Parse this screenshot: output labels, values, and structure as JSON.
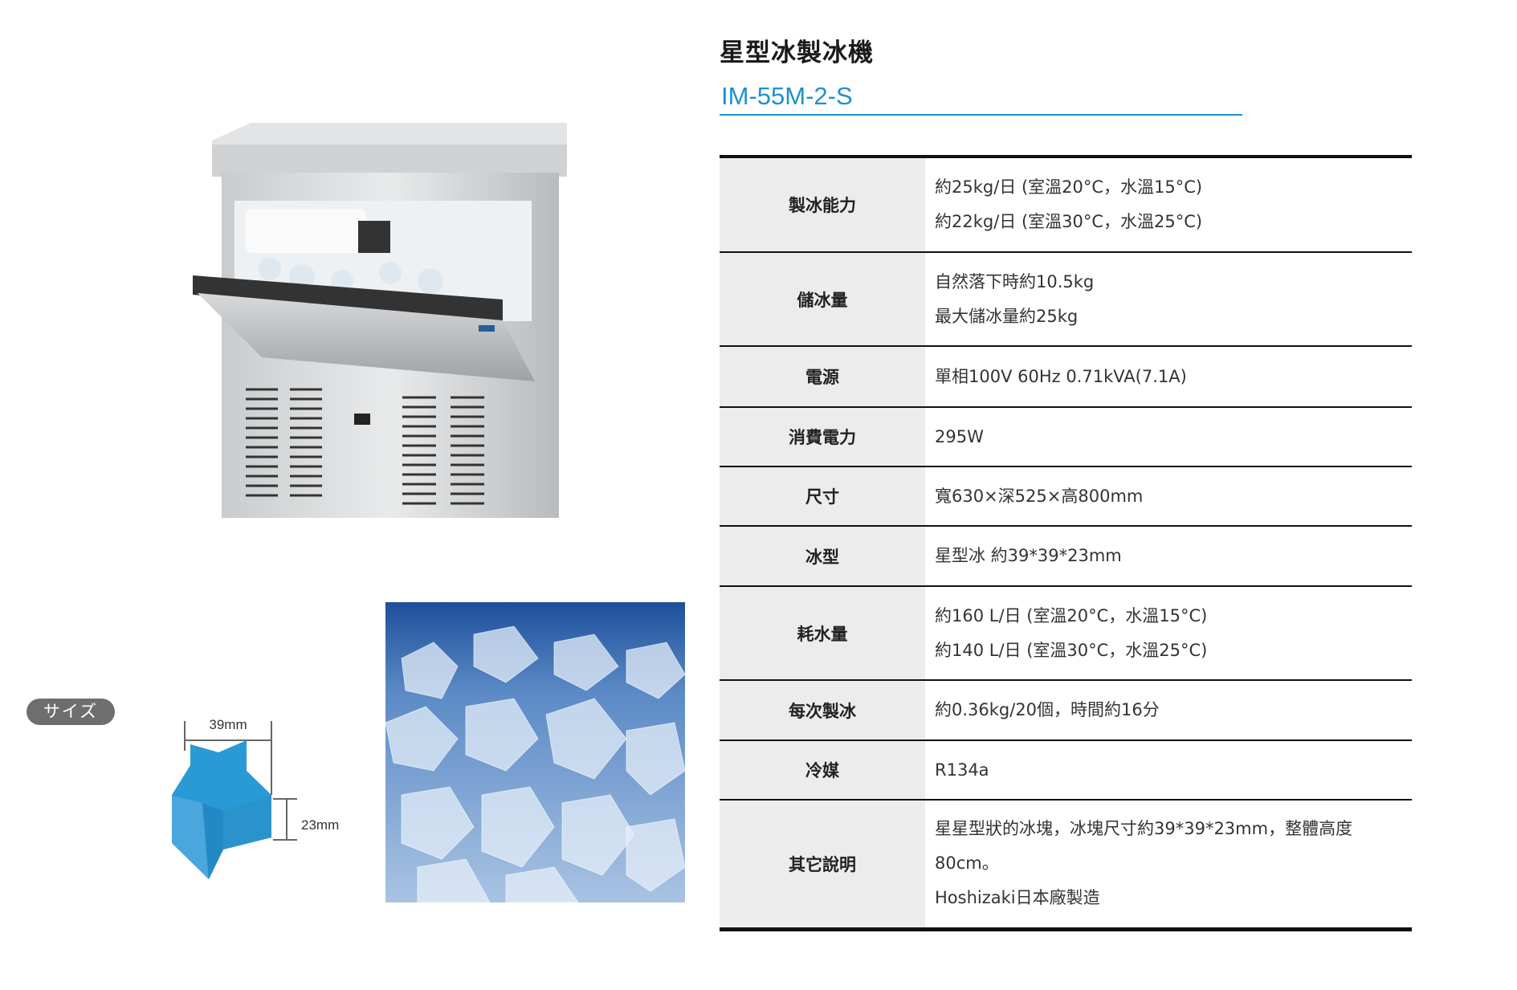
{
  "product": {
    "title": "星型冰製冰機",
    "model": "IM-55M-2-S"
  },
  "specs": [
    {
      "label": "製冰能力",
      "values": [
        "約25kg/日 (室溫20°C，水溫15°C)",
        "約22kg/日 (室溫30°C，水溫25°C)"
      ]
    },
    {
      "label": "儲冰量",
      "values": [
        "自然落下時約10.5kg",
        "最大儲冰量約25kg"
      ]
    },
    {
      "label": "電源",
      "values": [
        "單相100V 60Hz 0.71kVA(7.1A)"
      ]
    },
    {
      "label": "消費電力",
      "values": [
        "295W"
      ]
    },
    {
      "label": "尺寸",
      "values": [
        "寬630×深525×高800mm"
      ]
    },
    {
      "label": "冰型",
      "values": [
        "星型冰 約39*39*23mm"
      ]
    },
    {
      "label": "耗水量",
      "values": [
        "約160 L/日 (室溫20°C，水溫15°C)",
        "約140 L/日 (室溫30°C，水溫25°C)"
      ]
    },
    {
      "label": "每次製冰",
      "values": [
        "約0.36kg/20個，時間約16分"
      ]
    },
    {
      "label": "冷媒",
      "values": [
        "R134a"
      ]
    },
    {
      "label": "其它說明",
      "values": [
        "星星型狀的冰塊，冰塊尺寸約39*39*23mm，整體高度",
        "80cm。",
        "Hoshizaki日本廠製造"
      ]
    }
  ],
  "size_diagram": {
    "badge": "サイズ",
    "width_label": "39mm",
    "height_label": "23mm"
  },
  "colors": {
    "accent": "#1f8fd0",
    "label_bg": "#ececec",
    "star": "#2a9ad6"
  }
}
